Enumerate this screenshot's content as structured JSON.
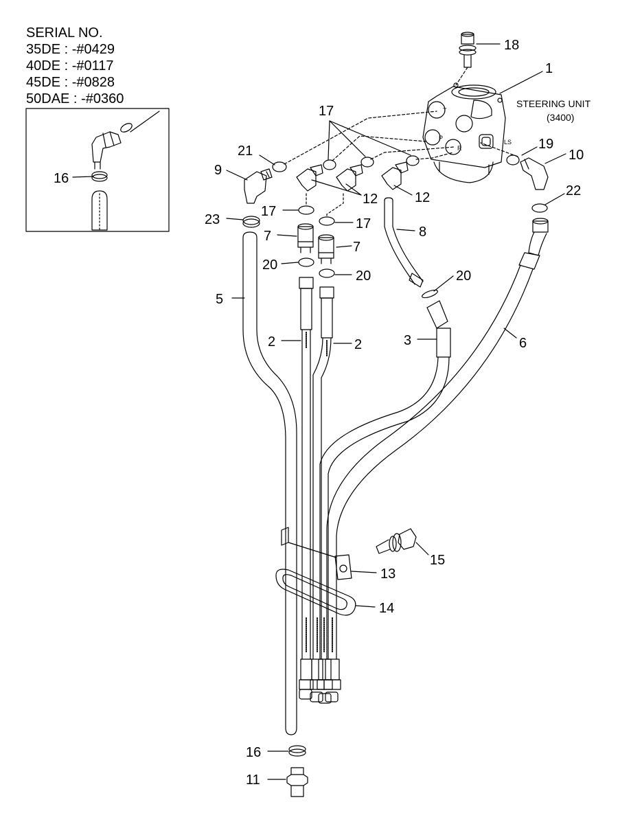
{
  "serial": {
    "heading": "SERIAL NO.",
    "lines": [
      "35DE : -#0429",
      "40DE : -#0117",
      "45DE : -#0828",
      "50DAE : -#0360"
    ]
  },
  "steering_unit": {
    "label_line1": "STEERING UNIT",
    "label_line2": "(3400)",
    "port_t": "T",
    "port_p": "P",
    "port_r": "R",
    "port_ls": "LS"
  },
  "callouts": {
    "c1": "1",
    "c2a": "2",
    "c2b": "2",
    "c3": "3",
    "c5": "5",
    "c6": "6",
    "c7a": "7",
    "c7b": "7",
    "c8": "8",
    "c9": "9",
    "c10": "10",
    "c11": "11",
    "c12a": "12",
    "c12b": "12",
    "c13": "13",
    "c14": "14",
    "c15": "15",
    "c16a": "16",
    "c16b": "16",
    "c17a": "17",
    "c17b": "17",
    "c17c": "17",
    "c18": "18",
    "c19": "19",
    "c20a": "20",
    "c20b": "20",
    "c20c": "20",
    "c21": "21",
    "c22": "22",
    "c23": "23"
  }
}
